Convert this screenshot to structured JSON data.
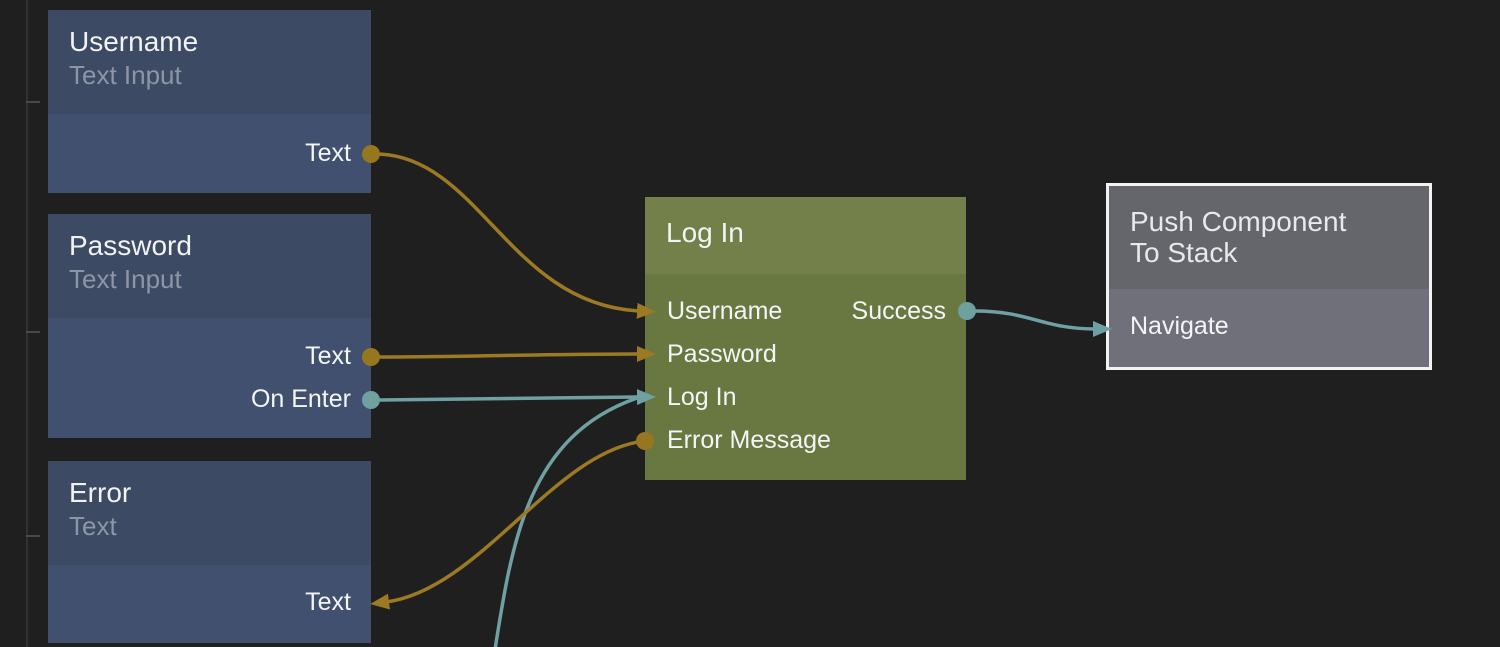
{
  "canvas": {
    "background": "#201f1f",
    "left_rail": {
      "x": 26,
      "tick_ys": [
        101,
        331,
        535
      ]
    }
  },
  "colors": {
    "wire_gold": "#9c7a23",
    "wire_teal": "#6fa0a3",
    "dot_gold": "#96761f",
    "dot_teal": "#6fa0a0",
    "node_blue_header": "#3c4a64",
    "node_blue_body": "#41506e",
    "node_olive_header": "#74804a",
    "node_olive_body": "#697840",
    "node_gray_header": "#65666c",
    "node_gray_body": "#6f707a",
    "selection_border": "#f2f2f2",
    "title_text": "#f2f3f5",
    "subtitle_text": "#8d96a6"
  },
  "nodes": [
    {
      "title": "Username",
      "subtitle": "Text Input",
      "kind": "text-input",
      "selected": false,
      "outputs": [
        {
          "label": "Text",
          "wire": "gold"
        }
      ]
    },
    {
      "title": "Password",
      "subtitle": "Text Input",
      "kind": "text-input",
      "selected": false,
      "outputs": [
        {
          "label": "Text",
          "wire": "gold"
        },
        {
          "label": "On Enter",
          "wire": "teal"
        }
      ]
    },
    {
      "title": "Error",
      "subtitle": "Text",
      "kind": "text",
      "selected": false,
      "inputs": [
        {
          "label": "Text",
          "wire": "gold"
        }
      ]
    },
    {
      "title": "Log In",
      "subtitle": "",
      "kind": "component",
      "selected": false,
      "inputs": [
        {
          "label": "Username",
          "wire": "gold"
        },
        {
          "label": "Password",
          "wire": "gold"
        },
        {
          "label": "Log In",
          "wire": "teal"
        },
        {
          "label": "Error Message",
          "wire": "gold"
        }
      ],
      "outputs": [
        {
          "label": "Success",
          "wire": "teal"
        }
      ]
    },
    {
      "title": "Push Component To Stack",
      "subtitle": "",
      "kind": "navigation",
      "selected": true,
      "inputs": [
        {
          "label": "Navigate",
          "wire": "teal"
        }
      ]
    }
  ],
  "connections": [
    {
      "from": "Username / Text",
      "to": "Log In / Username",
      "color": "gold"
    },
    {
      "from": "Password / Text",
      "to": "Log In / Password",
      "color": "gold"
    },
    {
      "from": "Password / On Enter",
      "to": "Log In / Log In",
      "color": "teal"
    },
    {
      "from": "offscreen-below",
      "to": "Log In / Log In",
      "color": "teal"
    },
    {
      "from": "Log In / Error Message",
      "to": "Error / Text",
      "color": "gold"
    },
    {
      "from": "Log In / Success",
      "to": "Push Component To Stack / Navigate",
      "color": "teal"
    }
  ]
}
